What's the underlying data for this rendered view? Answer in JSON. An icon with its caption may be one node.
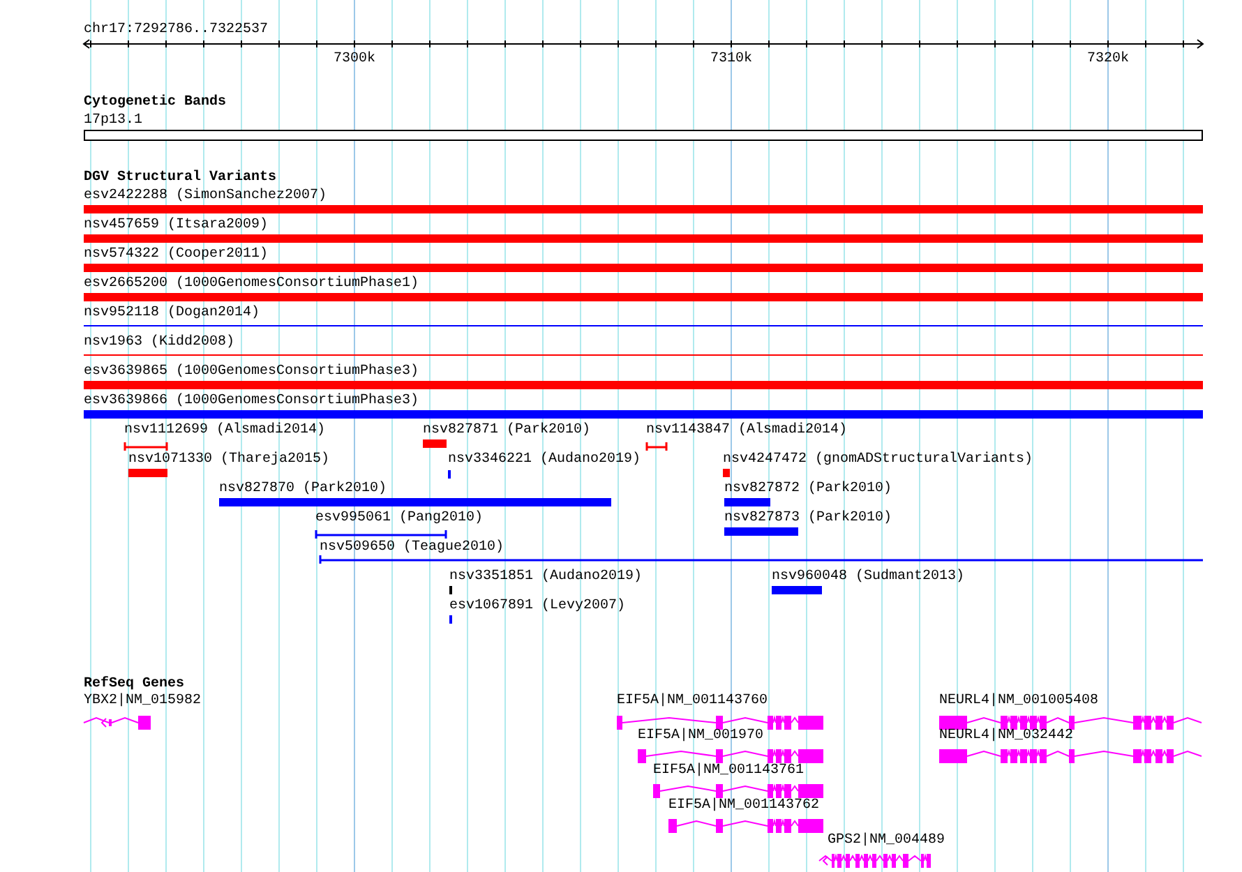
{
  "diagram": {
    "title": "chr17:7292786..7322537",
    "nodes": [
      {
        "text": [
          "17p13.1"
        ]
      },
      {
        "text": [
          "esv2422288 (SimonSanchez2007)"
        ]
      },
      {
        "text": [
          "nsv457659 (Itsara2009)"
        ]
      },
      {
        "text": [
          "nsv574322 (Cooper2011)"
        ]
      },
      {
        "text": [
          "esv2665200 (1000GenomesConsortiumPhase1)"
        ]
      },
      {
        "text": [
          "nsv952118 (Dogan2014)"
        ]
      },
      {
        "text": [
          "nsv1963 (Kidd2008)"
        ]
      },
      {
        "text": [
          "esv3639865 (1000GenomesConsortiumPhase3)"
        ]
      },
      {
        "text": [
          "esv3639866 (1000GenomesConsortiumPhase3)"
        ]
      },
      {
        "text": [
          "nsv1112699 (Alsmadi2014)"
        ]
      },
      {
        "text": [
          "nsv827871 (Park2010)"
        ]
      },
      {
        "text": [
          "nsv1143847 (Alsmadi2014)"
        ]
      },
      {
        "text": [
          "nsv1071330 (Thareja2015)"
        ]
      },
      {
        "text": [
          "nsv3346221 (Audano2019)"
        ]
      },
      {
        "text": [
          "nsv4247472 (gnomADStructuralVariants)"
        ]
      },
      {
        "text": [
          "nsv827870 (Park2010)"
        ]
      },
      {
        "text": [
          "nsv827872 (Park2010)"
        ]
      },
      {
        "text": [
          "esv995061 (Pang2010)"
        ]
      },
      {
        "text": [
          "nsv827873 (Park2010)"
        ]
      },
      {
        "text": [
          "nsv509650 (Teague2010)"
        ]
      },
      {
        "text": [
          "nsv3351851 (Audano2019)"
        ]
      },
      {
        "text": [
          "nsv960048 (Sudmant2013)"
        ]
      },
      {
        "text": [
          "esv1067891 (Levy2007)"
        ]
      },
      {
        "text": [
          "YBX2|NM_015982"
        ]
      },
      {
        "text": [
          "EIF5A|NM_001143760"
        ]
      },
      {
        "text": [
          "NEURL4|NM_001005408"
        ]
      },
      {
        "text": [
          "EIF5A|NM_001970"
        ]
      },
      {
        "text": [
          "NEURL4|NM_032442"
        ]
      },
      {
        "text": [
          "EIF5A|NM_001143761"
        ]
      },
      {
        "text": [
          "EIF5A|NM_001143762"
        ]
      },
      {
        "text": [
          "GPS2|NM_004489"
        ]
      }
    ],
    "labels": [
      "7300k",
      "7310k",
      "7320k",
      "Cytogenetic Bands",
      "DGV Structural Variants",
      "RefSeq Genes"
    ]
  }
}
